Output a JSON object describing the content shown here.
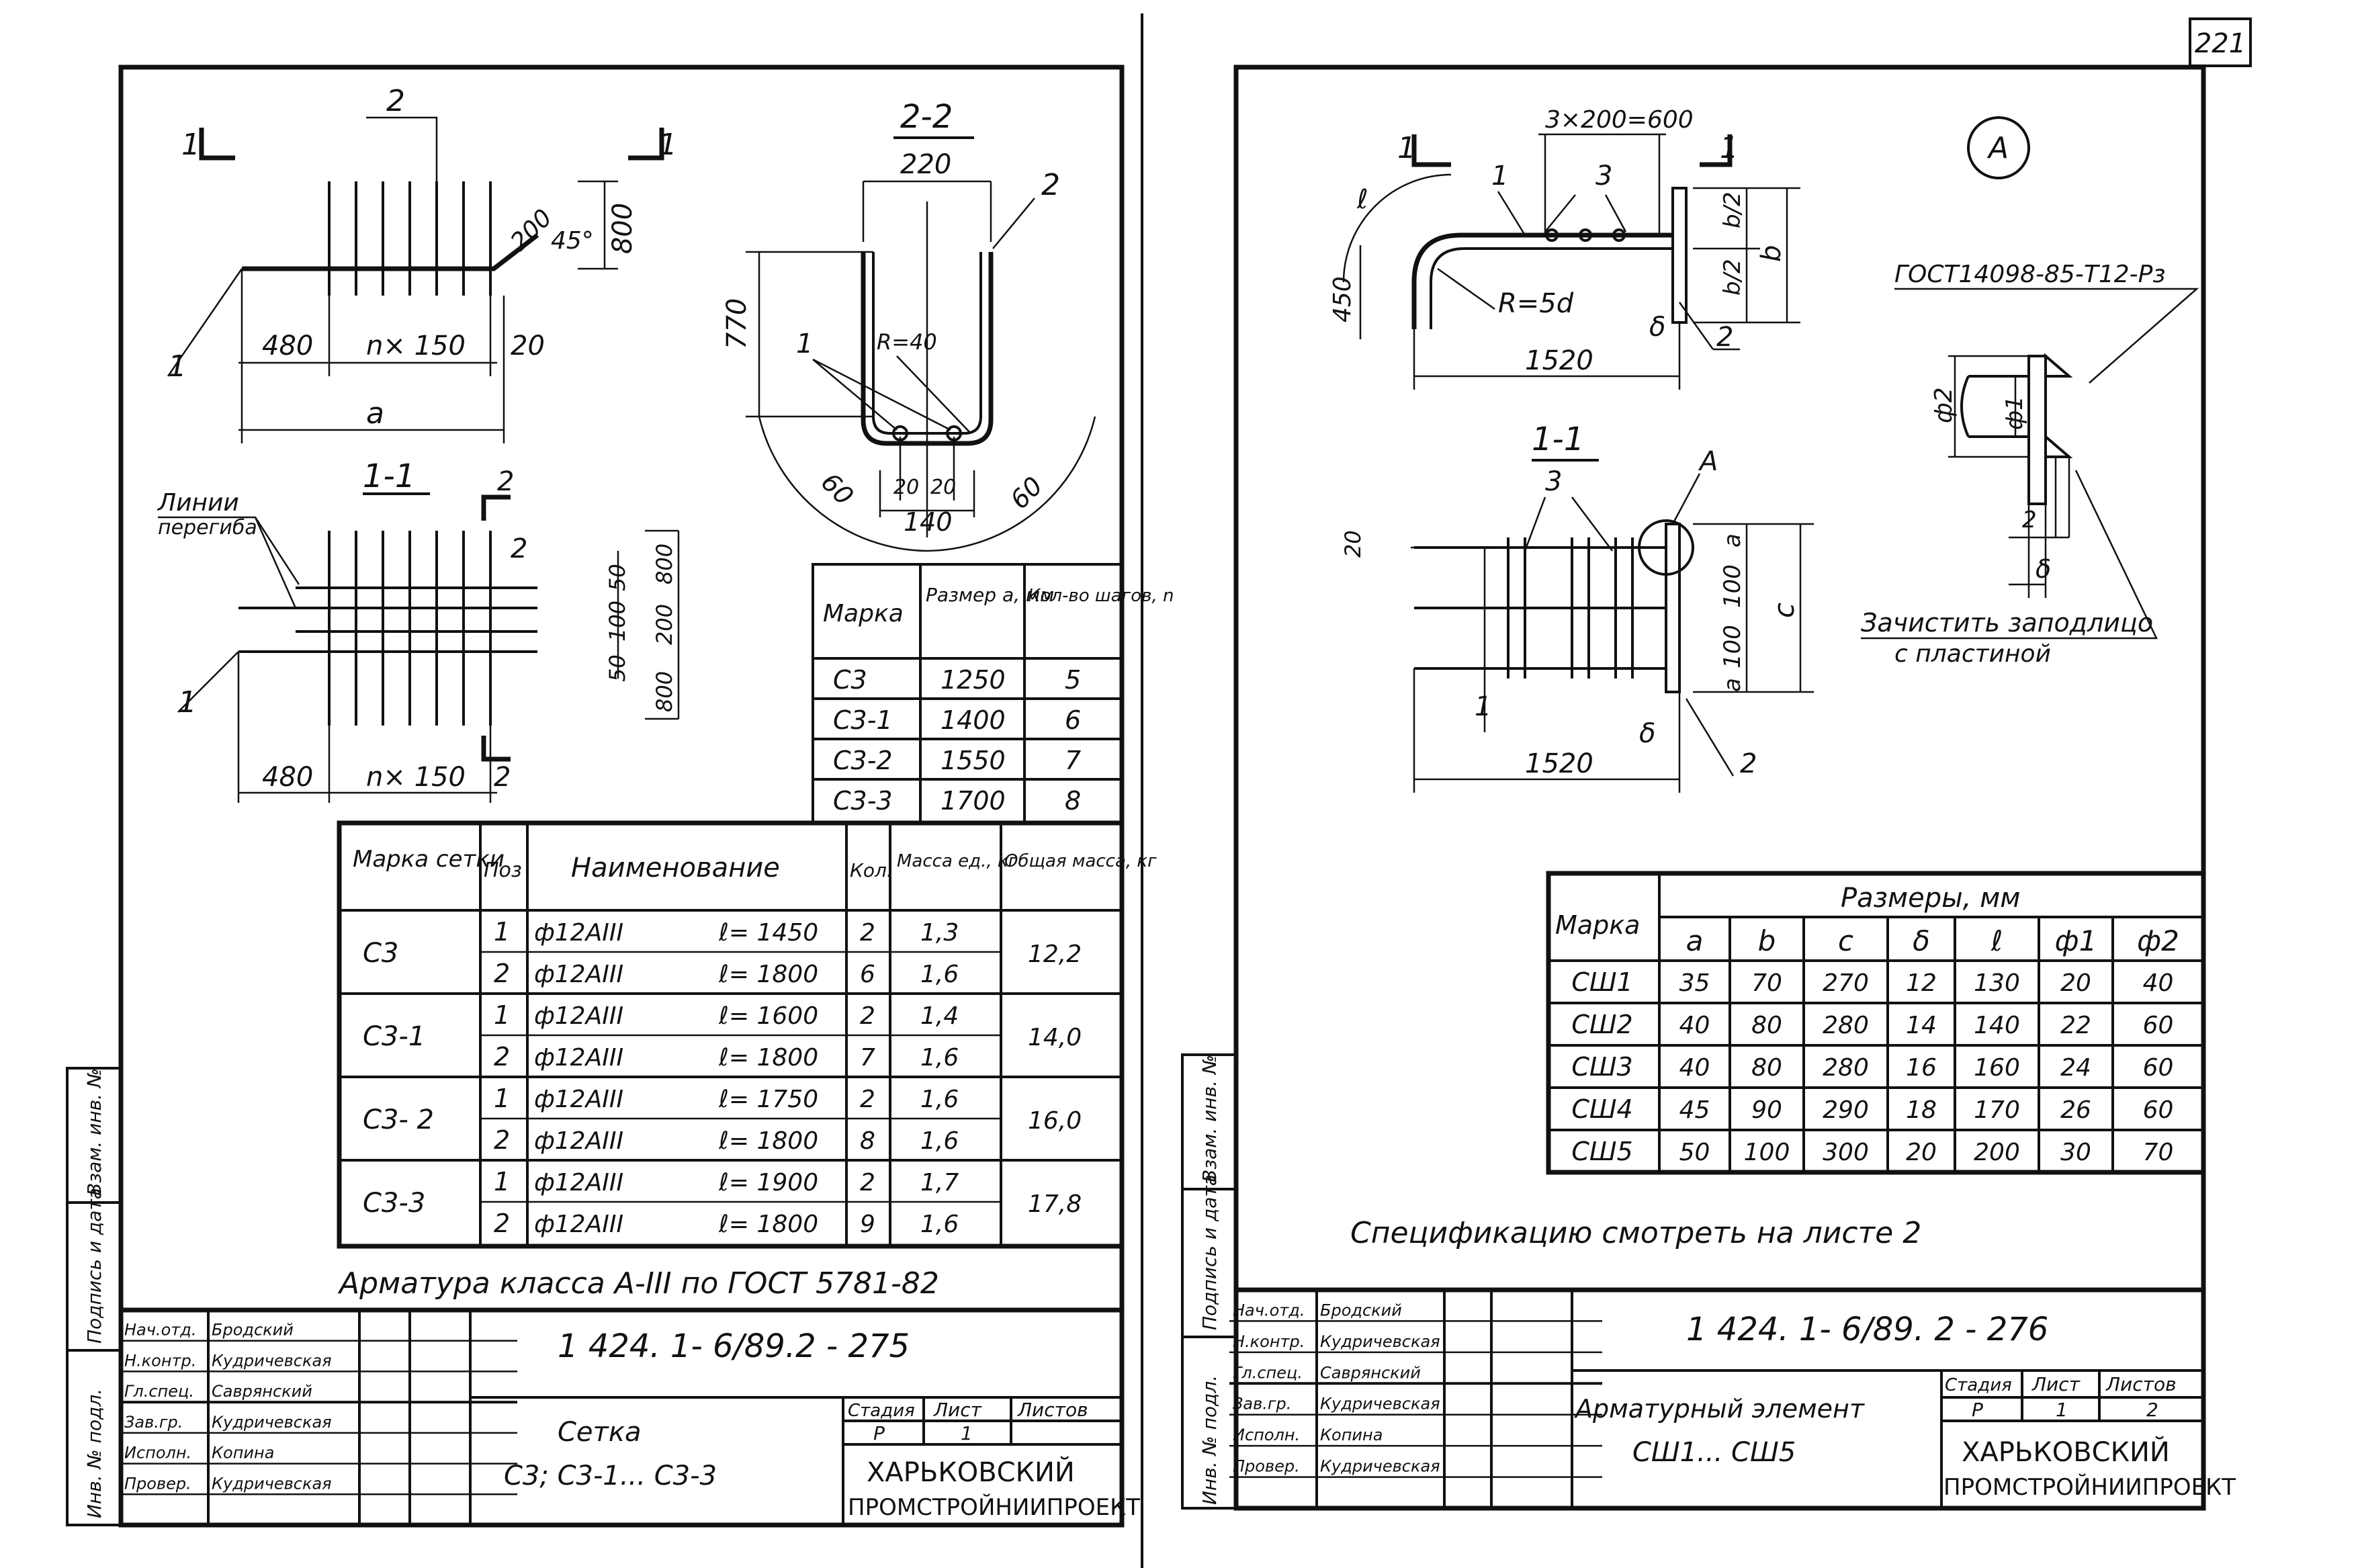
{
  "page_number": "221",
  "left_sheet": {
    "labels": {
      "section_mark_1": "1",
      "pos_2_top": "2",
      "pos_1_plan": "1",
      "dim_480": "480",
      "dim_n150": "n× 150",
      "dim_20": "20",
      "dim_a": "a",
      "dim_200": "200",
      "angle_45": "45°",
      "dim_800": "800",
      "section_1_1": "1-1",
      "bend_lines": "Линии",
      "bend_lines2": "перегиба",
      "pos_2_sec": "2",
      "pos_1_sec": "1",
      "dim_480_sec": "480",
      "dim_n150_sec": "n× 150",
      "dim_2_sec": "2",
      "dim_50a": "50",
      "dim_100": "100",
      "dim_50b": "50",
      "dim_800a": "800",
      "dim_200b": "200",
      "dim_800b": "800",
      "section_2_2": "2-2",
      "dim_220": "220",
      "pos_2_s22": "2",
      "dim_770": "770",
      "pos_1_s22": "1",
      "radius_40": "R=40",
      "dim_60a": "60",
      "dim_60b": "60",
      "dim_20a": "20",
      "dim_20b": "20",
      "dim_140": "140"
    },
    "size_table": {
      "headers": [
        "Марка",
        "Размер a, мм",
        "Кол-во шагов, n"
      ],
      "rows": [
        [
          "С3",
          "1250",
          "5"
        ],
        [
          "С3-1",
          "1400",
          "6"
        ],
        [
          "С3-2",
          "1550",
          "7"
        ],
        [
          "С3-3",
          "1700",
          "8"
        ]
      ]
    },
    "spec_table": {
      "headers": [
        "Марка сетки",
        "Поз",
        "Наименование",
        "Кол.",
        "Масса ед., кг",
        "Общая масса, кг"
      ],
      "groups": [
        {
          "mark": "С3",
          "total": "12,2",
          "rows": [
            {
              "pos": "1",
              "name": "ф12АIII",
              "len": "ℓ= 1450",
              "qty": "2",
              "mass": "1,3"
            },
            {
              "pos": "2",
              "name": "ф12АIII",
              "len": "ℓ= 1800",
              "qty": "6",
              "mass": "1,6"
            }
          ]
        },
        {
          "mark": "С3-1",
          "total": "14,0",
          "rows": [
            {
              "pos": "1",
              "name": "ф12АIII",
              "len": "ℓ= 1600",
              "qty": "2",
              "mass": "1,4"
            },
            {
              "pos": "2",
              "name": "ф12АIII",
              "len": "ℓ= 1800",
              "qty": "7",
              "mass": "1,6"
            }
          ]
        },
        {
          "mark": "С3- 2",
          "total": "16,0",
          "rows": [
            {
              "pos": "1",
              "name": "ф12АIII",
              "len": "ℓ= 1750",
              "qty": "2",
              "mass": "1,6"
            },
            {
              "pos": "2",
              "name": "ф12АIII",
              "len": "ℓ= 1800",
              "qty": "8",
              "mass": "1,6"
            }
          ]
        },
        {
          "mark": "С3-3",
          "total": "17,8",
          "rows": [
            {
              "pos": "1",
              "name": "ф12АIII",
              "len": "ℓ= 1900",
              "qty": "2",
              "mass": "1,7"
            },
            {
              "pos": "2",
              "name": "ф12АIII",
              "len": "ℓ= 1800",
              "qty": "9",
              "mass": "1,6"
            }
          ]
        }
      ]
    },
    "note": "Арматура класса А-III по ГОСТ 5781-82",
    "title_block": {
      "code": "1 424. 1- 6/89.2 - 275",
      "roles": [
        "Нач.отд.",
        "Н.контр.",
        "Гл.спец.",
        "Зав.гр.",
        "Исполн.",
        "Провер."
      ],
      "names": [
        "Бродский",
        "Кудричевская",
        "Саврянский",
        "Кудричевская",
        "Копина",
        "Кудричевская"
      ],
      "title_line1": "Сетка",
      "title_line2": "С3; С3-1... С3-3",
      "stage_header": "Стадия",
      "sheet_header": "Лист",
      "sheets_header": "Листов",
      "stage": "Р",
      "sheet": "1",
      "sheets": "",
      "org_line1": "ХАРЬКОВСКИЙ",
      "org_line2": "ПРОМСТРОЙНИИПРОЕКТ"
    },
    "side_stamp": [
      "Инв. № подл.",
      "Подпись и дата",
      "Взам. инв. №"
    ]
  },
  "right_sheet": {
    "labels": {
      "section_mark_1": "1",
      "dim_3x200": "3×200=600",
      "pos_1": "1",
      "pos_3": "3",
      "dim_l": "ℓ",
      "dim_450": "450",
      "radius_5d": "R=5d",
      "dim_1520": "1520",
      "dim_b2a": "b/2",
      "dim_b2b": "b/2",
      "dim_b": "b",
      "dim_delta": "δ",
      "pos_2": "2",
      "circle_A": "A",
      "gost_weld": "ГОСТ14098-85-Т12-Рз",
      "phi2": "ф2",
      "phi1": "ф1",
      "weld_2": "2",
      "weld_delta": "δ",
      "note_clean": "Зачистить заподлицо",
      "note_clean2": "с пластиной",
      "section_1_1": "1-1",
      "sec_pos_3": "3",
      "sec_A": "A",
      "sec_20": "20",
      "sec_a1": "a",
      "sec_100a": "100",
      "sec_100b": "100",
      "sec_a2": "a",
      "sec_c": "c",
      "sec_1": "1",
      "sec_delta": "δ",
      "sec_1520": "1520",
      "sec_2": "2"
    },
    "dims_table": {
      "header_mark": "Марка",
      "header_group": "Размеры, мм",
      "columns": [
        "a",
        "b",
        "c",
        "δ",
        "ℓ",
        "ф1",
        "ф2"
      ],
      "rows": [
        [
          "СШ1",
          "35",
          "70",
          "270",
          "12",
          "130",
          "20",
          "40"
        ],
        [
          "СШ2",
          "40",
          "80",
          "280",
          "14",
          "140",
          "22",
          "60"
        ],
        [
          "СШ3",
          "40",
          "80",
          "280",
          "16",
          "160",
          "24",
          "60"
        ],
        [
          "СШ4",
          "45",
          "90",
          "290",
          "18",
          "170",
          "26",
          "60"
        ],
        [
          "СШ5",
          "50",
          "100",
          "300",
          "20",
          "200",
          "30",
          "70"
        ]
      ]
    },
    "note": "Спецификацию смотреть на листе 2",
    "title_block": {
      "code": "1 424. 1- 6/89. 2 - 276",
      "roles": [
        "Нач.отд.",
        "Н.контр.",
        "Гл.спец.",
        "Зав.гр.",
        "Исполн.",
        "Провер."
      ],
      "names": [
        "Бродский",
        "Кудричевская",
        "Саврянский",
        "Кудричевская",
        "Копина",
        "Кудричевская"
      ],
      "title_line1": "Арматурный элемент",
      "title_line2": "СШ1... СШ5",
      "stage_header": "Стадия",
      "sheet_header": "Лист",
      "sheets_header": "Листов",
      "stage": "Р",
      "sheet": "1",
      "sheets": "2",
      "org_line1": "ХАРЬКОВСКИЙ",
      "org_line2": "ПРОМСТРОЙНИИПРОЕКТ"
    },
    "side_stamp": [
      "Инв. № подл.",
      "Подпись и дата",
      "Взам. инв. №"
    ]
  }
}
